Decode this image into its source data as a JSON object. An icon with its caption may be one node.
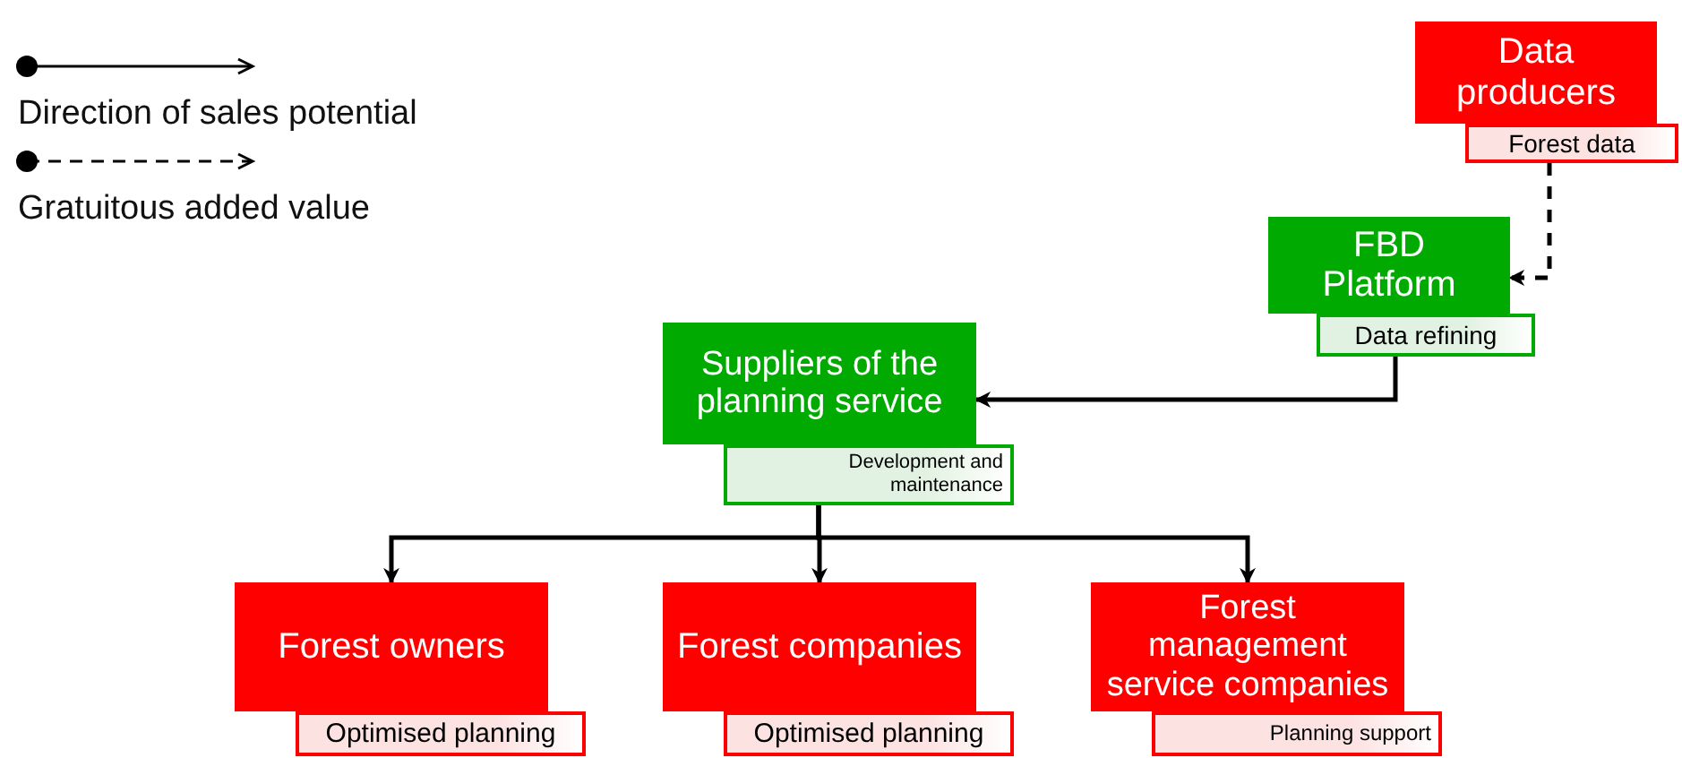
{
  "diagram": {
    "nodes": [
      {
        "text": [
          "Data producers"
        ]
      },
      {
        "text": [
          "Forest data"
        ]
      },
      {
        "text": [
          "FBD Platform"
        ]
      },
      {
        "text": [
          "Data refining"
        ]
      },
      {
        "text": [
          "Suppliers of the planning service"
        ]
      },
      {
        "text": [
          "Development and maintenance"
        ]
      },
      {
        "text": [
          "Forest owners"
        ]
      },
      {
        "text": [
          "Optimised planning"
        ]
      },
      {
        "text": [
          "Forest companies"
        ]
      },
      {
        "text": [
          "Optimised planning"
        ]
      },
      {
        "text": [
          "Forest management service companies"
        ]
      },
      {
        "text": [
          "Planning support"
        ]
      }
    ],
    "edges": [
      {
        "from": 1,
        "to": 2,
        "arrow": "to",
        "style": "dashed"
      },
      {
        "from": 3,
        "to": 4,
        "arrow": "to"
      },
      {
        "from": 5,
        "to": 6,
        "arrow": "to"
      },
      {
        "from": 5,
        "to": 8,
        "arrow": "to"
      },
      {
        "from": 5,
        "to": 10,
        "arrow": "to"
      }
    ],
    "legend": [
      {
        "text": "Direction of sales potential"
      },
      {
        "text": "Gratuitous added value"
      }
    ]
  }
}
